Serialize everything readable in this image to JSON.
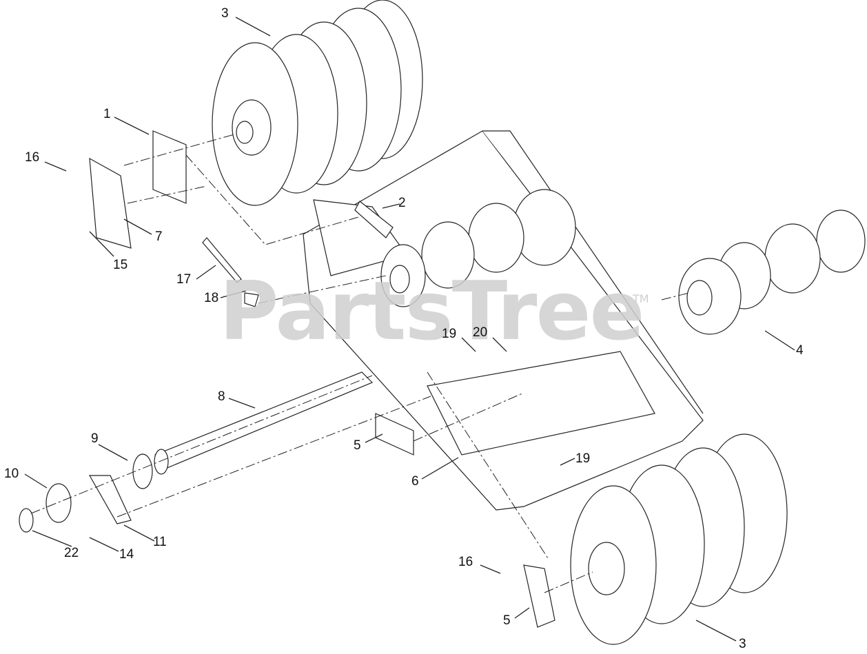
{
  "watermark": {
    "text": "PartsTree",
    "tm": "TM"
  },
  "callouts": [
    {
      "id": "c1",
      "label": "1"
    },
    {
      "id": "c2",
      "label": "2"
    },
    {
      "id": "c3a",
      "label": "3"
    },
    {
      "id": "c3b",
      "label": "3"
    },
    {
      "id": "c4",
      "label": "4"
    },
    {
      "id": "c5a",
      "label": "5"
    },
    {
      "id": "c5b",
      "label": "5"
    },
    {
      "id": "c6",
      "label": "6"
    },
    {
      "id": "c7",
      "label": "7"
    },
    {
      "id": "c8",
      "label": "8"
    },
    {
      "id": "c9",
      "label": "9"
    },
    {
      "id": "c10",
      "label": "10"
    },
    {
      "id": "c11",
      "label": "11"
    },
    {
      "id": "c14",
      "label": "14"
    },
    {
      "id": "c15",
      "label": "15"
    },
    {
      "id": "c16a",
      "label": "16"
    },
    {
      "id": "c16b",
      "label": "16"
    },
    {
      "id": "c17",
      "label": "17"
    },
    {
      "id": "c18",
      "label": "18"
    },
    {
      "id": "c19a",
      "label": "19"
    },
    {
      "id": "c19b",
      "label": "19"
    },
    {
      "id": "c20",
      "label": "20"
    },
    {
      "id": "c22",
      "label": "22"
    }
  ]
}
